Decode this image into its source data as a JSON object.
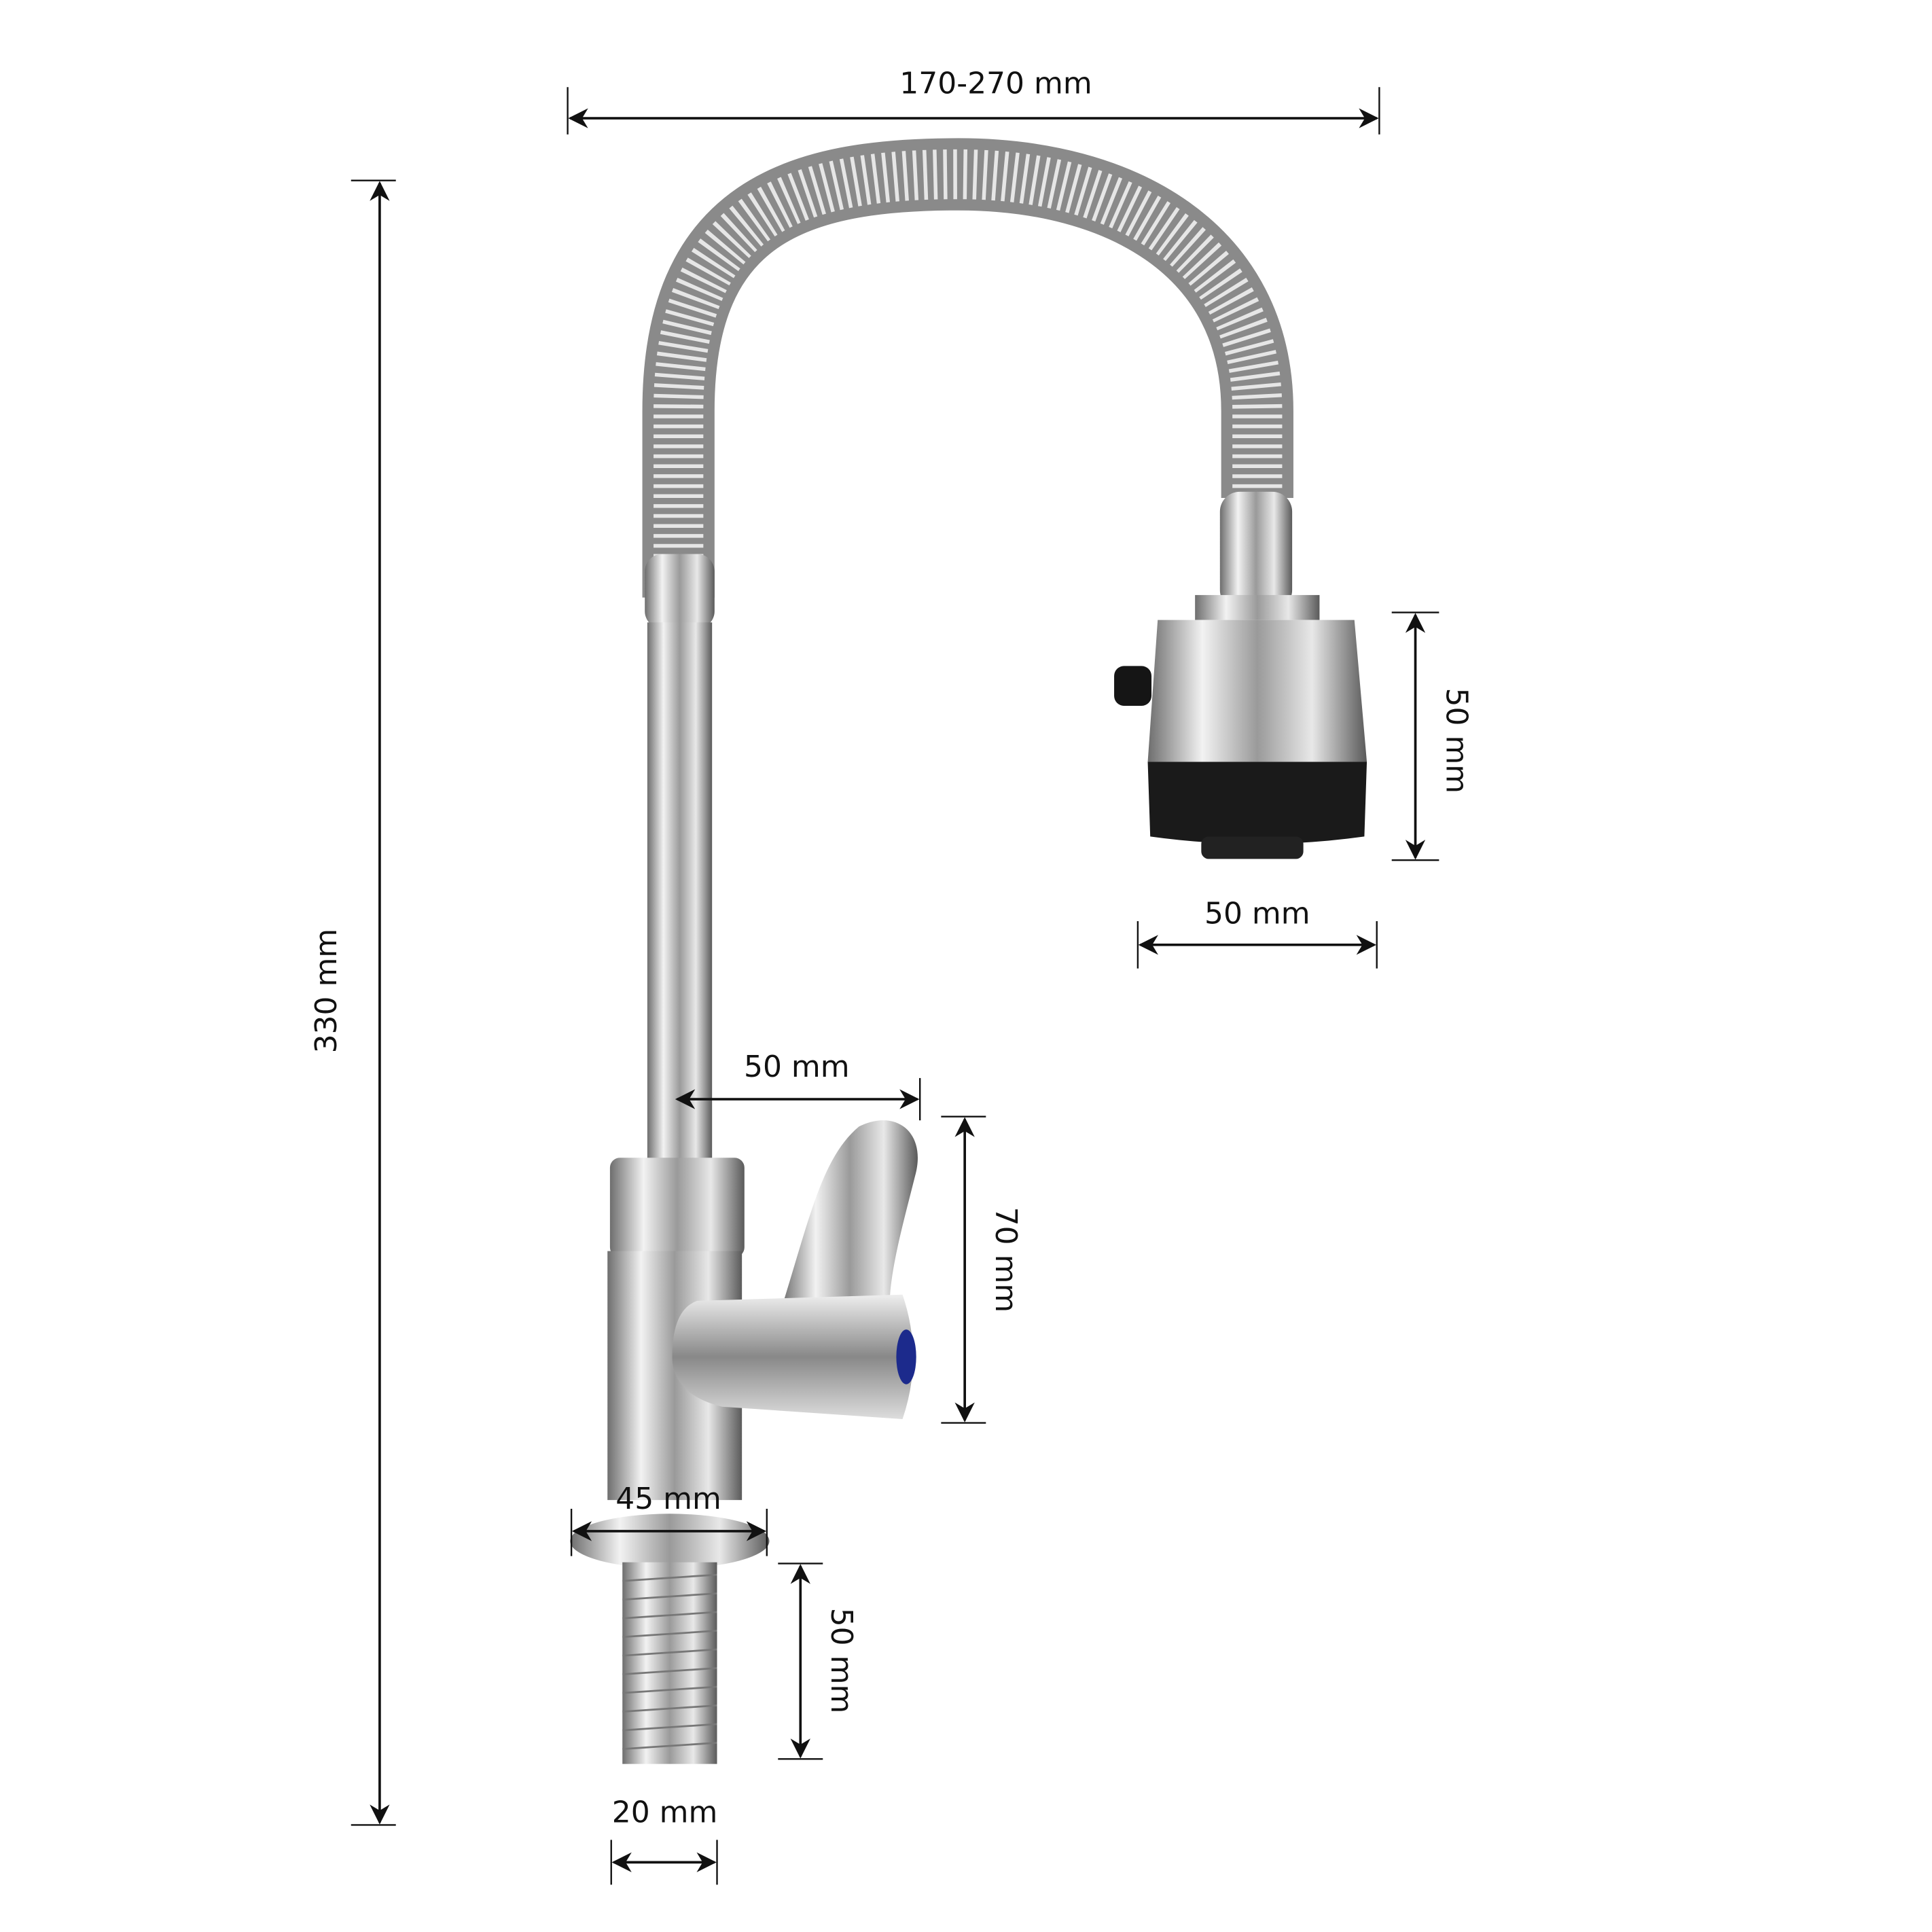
{
  "title": "Faucet dimensions diagram",
  "dimensions": {
    "spout_reach": "170-270 mm",
    "total_height": "330 mm",
    "head_height": "50 mm",
    "head_width": "50 mm",
    "handle_reach": "50 mm",
    "handle_height": "70 mm",
    "base_diameter": "45 mm",
    "thread_length": "50 mm",
    "thread_diameter": "20 mm"
  },
  "colors": {
    "chrome": "#c8c8c8",
    "dark": "#1a1a1a",
    "handle_accent": "#1c2a8c"
  }
}
